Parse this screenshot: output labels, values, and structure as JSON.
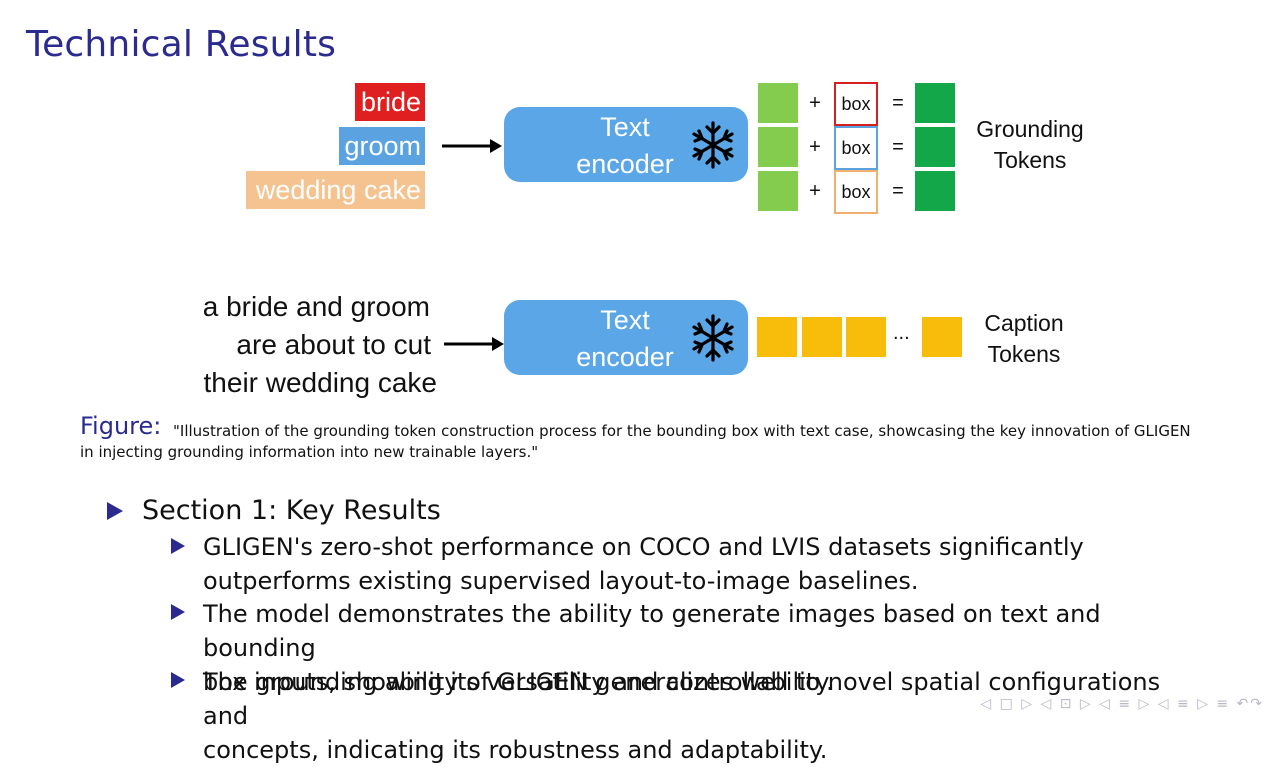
{
  "slide": {
    "title": "Technical Results"
  },
  "diagram_top": {
    "labels": [
      "bride",
      "groom",
      "wedding cake"
    ],
    "encoder_text": "Text encoder",
    "box_label": "box",
    "plus": "+",
    "equals": "=",
    "output_label": "Grounding Tokens",
    "colors": {
      "red": "#e02020",
      "blue": "#5ba3e0",
      "orange": "#f4c38f"
    }
  },
  "diagram_bottom": {
    "caption_lines": [
      "a bride and groom",
      "are about to cut",
      "their wedding cake"
    ],
    "encoder_text": "Text encoder",
    "ellipsis": "...",
    "output_label": "Caption Tokens"
  },
  "figure": {
    "label": "Figure:",
    "text": "\"Illustration of the grounding token construction process for the bounding box with text case, showcasing the key innovation of GLIGEN in injecting grounding information into new trainable layers.\""
  },
  "section": {
    "heading": "Section 1: Key Results",
    "items": [
      [
        "GLIGEN's zero-shot performance on COCO and LVIS datasets significantly",
        "outperforms existing supervised layout-to-image baselines."
      ],
      [
        "The model demonstrates the ability to generate images based on text and bounding",
        "box inputs, showing its versatility and controllability."
      ],
      [
        "The grounding ability of GLIGEN generalizes well to novel spatial configurations and",
        "concepts, indicating its robustness and adaptability."
      ]
    ]
  },
  "nav": {
    "icons": "◁ □ ▷ ◁ ⊡ ▷ ◁ ≡ ▷ ◁ ≡ ▷ ≡ ↶↷"
  }
}
